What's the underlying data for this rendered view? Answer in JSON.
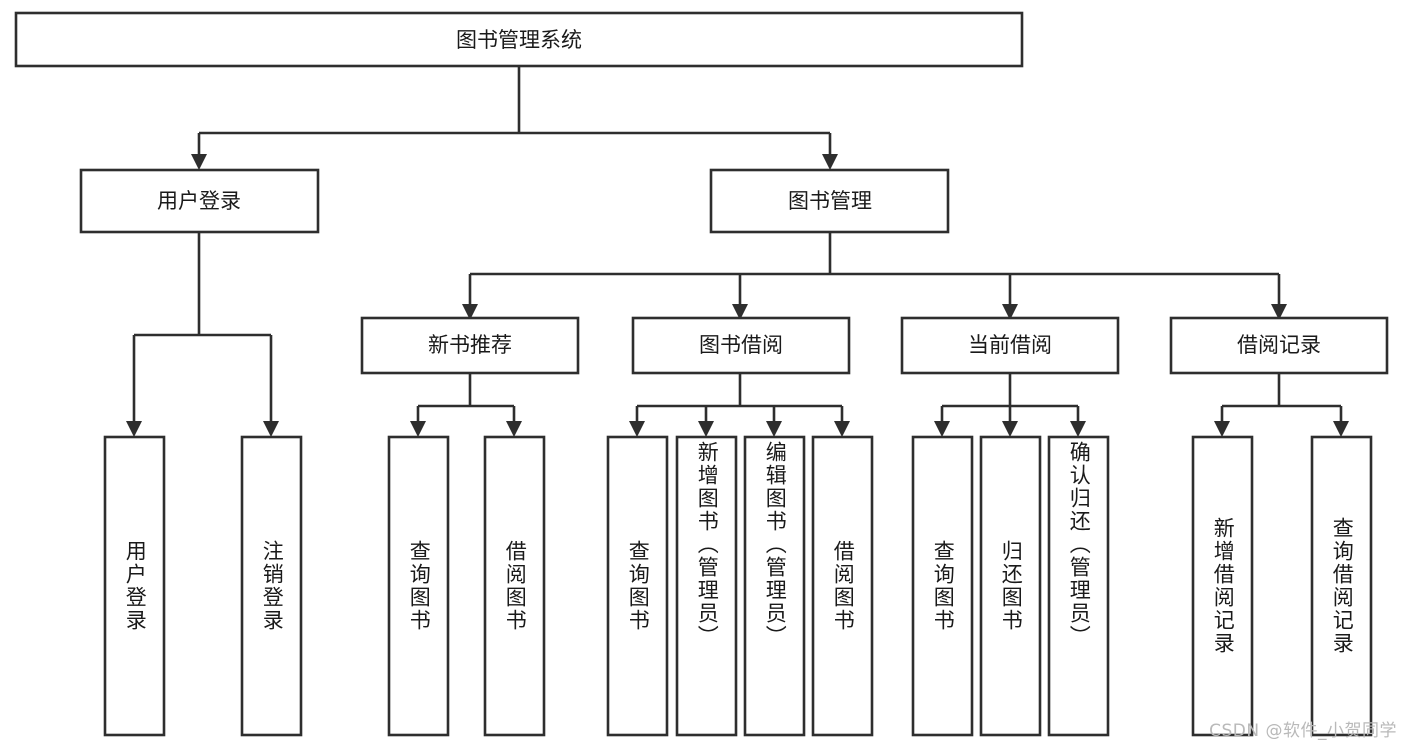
{
  "diagram": {
    "title": "图书管理系统",
    "type": "tree-hierarchy",
    "watermark": "CSDN @软件_小贺同学",
    "colors": {
      "background": "#ffffff",
      "box_fill": "#ffffff",
      "box_stroke": "#2e2e2e",
      "connector": "#2e2e2e",
      "text": "#1a1a1a",
      "watermark": "#b9b9b9"
    },
    "root": {
      "label": "图书管理系统"
    },
    "level2": [
      {
        "label": "用户登录"
      },
      {
        "label": "图书管理"
      }
    ],
    "level3": [
      {
        "label": "新书推荐"
      },
      {
        "label": "图书借阅"
      },
      {
        "label": "当前借阅"
      },
      {
        "label": "借阅记录"
      }
    ],
    "leaves": {
      "user_login": [
        {
          "label": "用户登录"
        },
        {
          "label": "注销登录"
        }
      ],
      "new_book_recommend": [
        {
          "label": "查询图书"
        },
        {
          "label": "借阅图书"
        }
      ],
      "book_borrow": [
        {
          "label": "查询图书"
        },
        {
          "label": "新增图书（管理员）"
        },
        {
          "label": "编辑图书（管理员）"
        },
        {
          "label": "借阅图书"
        }
      ],
      "current_borrow": [
        {
          "label": "查询图书"
        },
        {
          "label": "归还图书"
        },
        {
          "label": "确认归还（管理员）"
        }
      ],
      "borrow_record": [
        {
          "label": "新增借阅记录"
        },
        {
          "label": "查询借阅记录"
        }
      ]
    }
  }
}
